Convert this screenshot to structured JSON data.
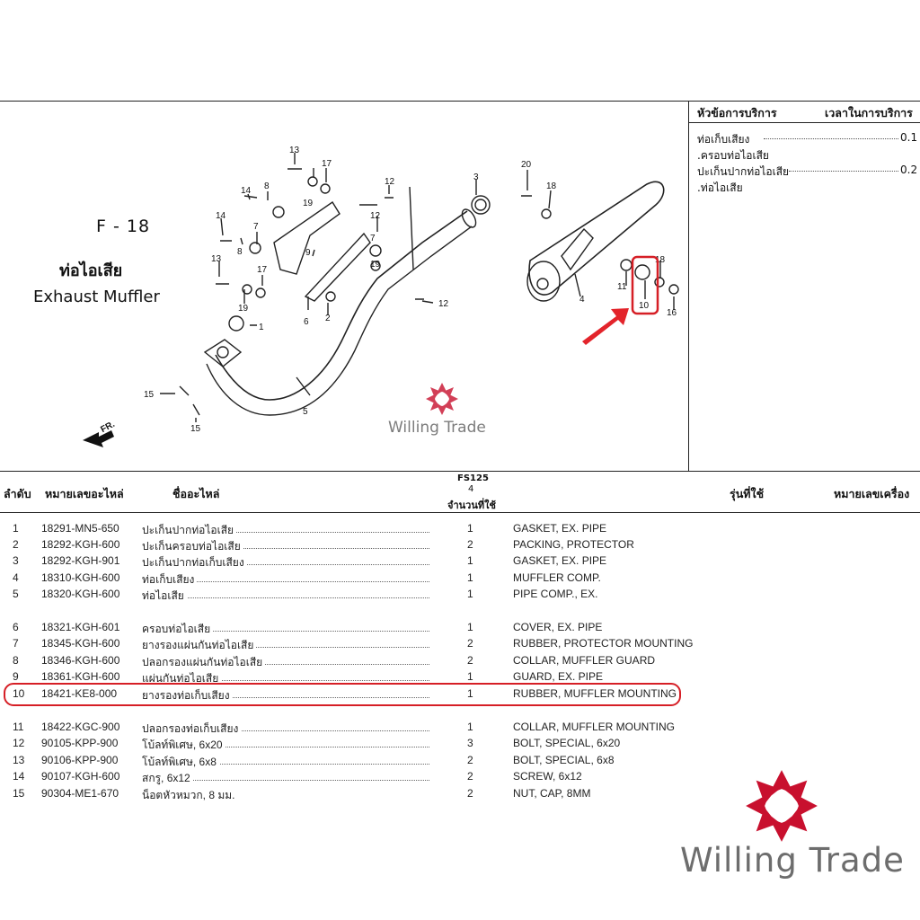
{
  "figure": {
    "code": "F - 18",
    "title_thai": "ท่อไอเสีย",
    "title_en": "Exhaust Muffler",
    "fr_label": "FR.",
    "callouts": [
      "13",
      "17",
      "8",
      "14",
      "19",
      "7",
      "18",
      "20",
      "12",
      "3",
      "9",
      "12",
      "14",
      "8",
      "13",
      "17",
      "7",
      "19",
      "1",
      "6",
      "2",
      "12",
      "5",
      "15",
      "15",
      "11",
      "10",
      "4",
      "18",
      "16"
    ]
  },
  "service": {
    "header_item": "หัวข้อการบริการ",
    "header_time": "เวลาในการบริการ",
    "rows": [
      {
        "label": "ท่อเก็บเสียง",
        "value": "0.1"
      },
      {
        "label": ".ครอบท่อไอเสีย",
        "value": ""
      },
      {
        "label": "ปะเก็นปากท่อไอเสีย",
        "value": "0.2"
      },
      {
        "label": ".ท่อไอเสีย",
        "value": ""
      }
    ]
  },
  "table": {
    "model": "FS125",
    "model_qty_note": "4",
    "headers": {
      "no": "ลำดับ",
      "part_no": "หมายเลขอะไหล่",
      "name": "ชื่ออะไหล่",
      "qty": "จำนวนที่ใช้",
      "model_used": "รุ่นที่ใช้",
      "engine_no": "หมายเลขเครื่อง"
    },
    "rows": [
      {
        "no": "1",
        "part": "18291-MN5-650",
        "thai": "ปะเก็นปากท่อไอเสีย",
        "qty": "1",
        "en": "GASKET, EX. PIPE"
      },
      {
        "no": "2",
        "part": "18292-KGH-600",
        "thai": "ปะเก็นครอบท่อไอเสีย",
        "qty": "2",
        "en": "PACKING, PROTECTOR"
      },
      {
        "no": "3",
        "part": "18292-KGH-901",
        "thai": "ปะเก็นปากท่อเก็บเสียง",
        "qty": "1",
        "en": "GASKET, EX. PIPE"
      },
      {
        "no": "4",
        "part": "18310-KGH-600",
        "thai": "ท่อเก็บเสียง",
        "qty": "1",
        "en": "MUFFLER COMP."
      },
      {
        "no": "5",
        "part": "18320-KGH-600",
        "thai": "ท่อไอเสีย",
        "qty": "1",
        "en": "PIPE COMP., EX."
      },
      {
        "no": "6",
        "part": "18321-KGH-601",
        "thai": "ครอบท่อไอเสีย",
        "qty": "1",
        "en": "COVER, EX. PIPE"
      },
      {
        "no": "7",
        "part": "18345-KGH-600",
        "thai": "ยางรองแผ่นกันท่อไอเสีย",
        "qty": "2",
        "en": "RUBBER, PROTECTOR MOUNTING"
      },
      {
        "no": "8",
        "part": "18346-KGH-600",
        "thai": "ปลอกรองแผ่นกันท่อไอเสีย",
        "qty": "2",
        "en": "COLLAR, MUFFLER GUARD"
      },
      {
        "no": "9",
        "part": "18361-KGH-600",
        "thai": "แผ่นกันท่อไอเสีย",
        "qty": "1",
        "en": "GUARD, EX. PIPE"
      },
      {
        "no": "10",
        "part": "18421-KE8-000",
        "thai": "ยางรองท่อเก็บเสียง",
        "qty": "1",
        "en": "RUBBER, MUFFLER MOUNTING"
      },
      {
        "no": "11",
        "part": "18422-KGC-900",
        "thai": "ปลอกรองท่อเก็บเสียง",
        "qty": "1",
        "en": "COLLAR, MUFFLER MOUNTING"
      },
      {
        "no": "12",
        "part": "90105-KPP-900",
        "thai": "โบ้ลท์พิเศษ, 6x20",
        "qty": "3",
        "en": "BOLT, SPECIAL, 6x20"
      },
      {
        "no": "13",
        "part": "90106-KPP-900",
        "thai": "โบ้ลท์พิเศษ, 6x8",
        "qty": "2",
        "en": "BOLT, SPECIAL, 6x8"
      },
      {
        "no": "14",
        "part": "90107-KGH-600",
        "thai": "สกรู, 6x12",
        "qty": "2",
        "en": "SCREW, 6x12"
      },
      {
        "no": "15",
        "part": "90304-ME1-670",
        "thai": "น็อตหัวหมวก, 8 มม.",
        "qty": "2",
        "en": "NUT, CAP, 8MM"
      }
    ],
    "highlighted_row": "10"
  },
  "watermark": {
    "text": "Willing Trade",
    "brand_color": "#c8102e"
  }
}
